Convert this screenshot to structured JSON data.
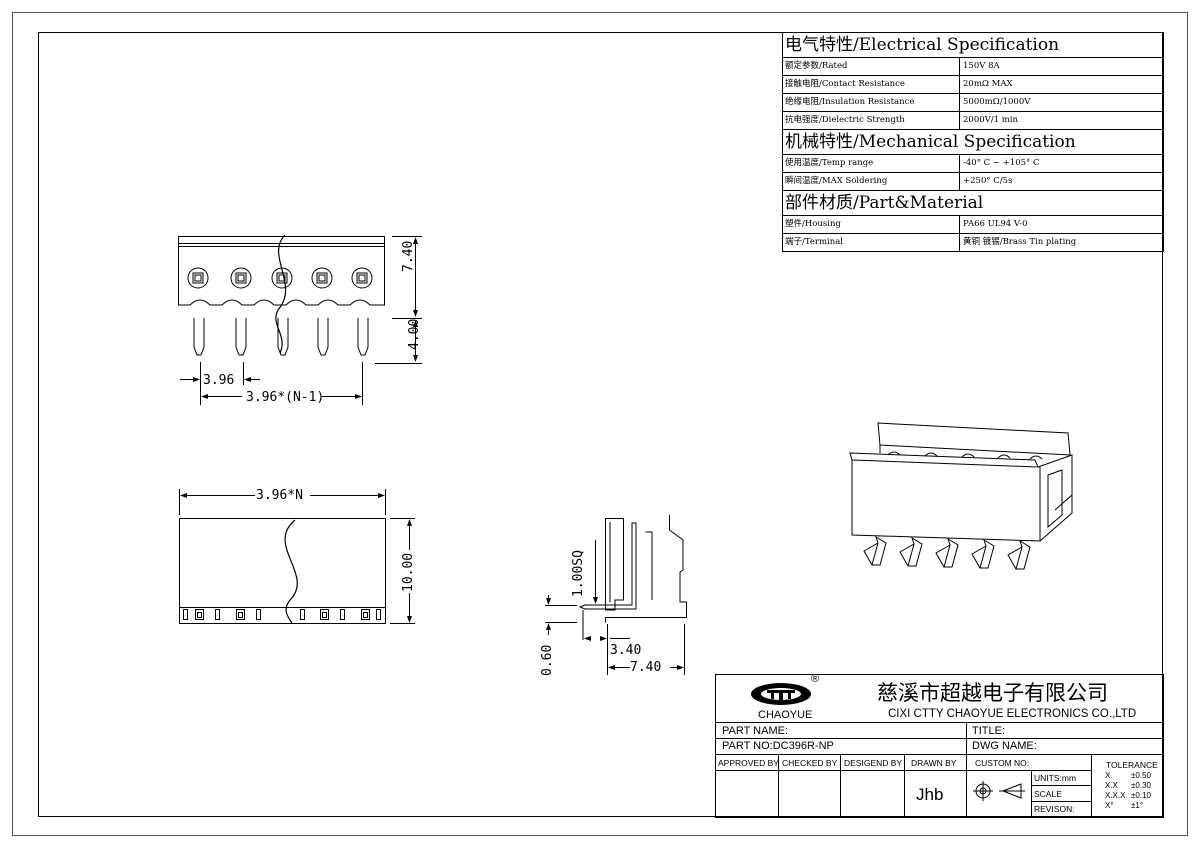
{
  "spec": {
    "electrical_title": "电气特性/Electrical Specification",
    "electrical": [
      {
        "k": "额定参数/Rated",
        "v": "150V  8A"
      },
      {
        "k": "接触电阻/Contact Resistance",
        "v": "20mΩ MAX"
      },
      {
        "k": "绝缘电阻/Insulation Resistance",
        "v": "5000mΩ/1000V"
      },
      {
        "k": "抗电强度/Dielectric Strength",
        "v": "2000V/1 min"
      }
    ],
    "mechanical_title": "机械特性/Mechanical Specification",
    "mechanical": [
      {
        "k": "使用温度/Temp range",
        "v": "-40° C ~ +105° C"
      },
      {
        "k": "瞬间温度/MAX Soldering",
        "v": "+250° C/5s"
      }
    ],
    "material_title": "部件材质/Part&Material",
    "material": [
      {
        "k": "塑件/Housing",
        "v": "PA66 UL94 V-0"
      },
      {
        "k": "端子/Terminal",
        "v": "黄铜 镀锡/Brass Tin plating"
      }
    ]
  },
  "dims": {
    "front_pitch": "3.96",
    "front_span": "3.96*(N-1)",
    "front_height": "7.40",
    "pin_length": "4.00",
    "bottom_width": "3.96*N",
    "bottom_height": "10.00",
    "side_pin_sq": "1.00SQ",
    "side_offset": "0.60",
    "side_inner": "3.40",
    "side_depth": "7.40"
  },
  "title_block": {
    "company_cn": "慈溪市超越电子有限公司",
    "company_en": "CIXI CTTY CHAOYUE ELECTRONICS CO.,LTD",
    "logo_text": "CHAOYUE",
    "logo_mark": "®",
    "part_name_label": "PART NAME:",
    "title_label": "TITLE:",
    "part_no": "PART NO:DC396R-NP",
    "dwg_name_label": "DWG NAME:",
    "approved_by": "APPROVED BY",
    "checked_by": "CHECKED BY",
    "designed_by": "DESIGEND BY",
    "drawn_by": "DRAWN BY",
    "drawn_by_value": "Jhb",
    "custom_no": "CUSTOM NO:",
    "units": "UNITS:mm",
    "scale": "SCALE",
    "revision": "REVISON:",
    "tolerance": "TOLERANCE",
    "tol_rows": [
      {
        "k": "X.",
        "v": "±0.50"
      },
      {
        "k": "X.X",
        "v": "±0.30"
      },
      {
        "k": "X.X.X",
        "v": "±0.10"
      },
      {
        "k": "X°",
        "v": "±1°"
      }
    ]
  }
}
